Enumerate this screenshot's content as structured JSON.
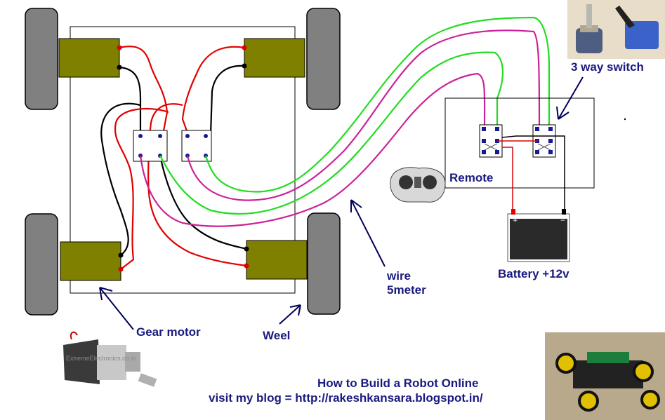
{
  "labels": {
    "switch": "3 way switch",
    "remote": "Remote",
    "battery": "Battery +12v",
    "wire_line1": "wire",
    "wire_line2": "5meter",
    "gear_motor": "Gear motor",
    "wheel": "Weel",
    "footer_title": "How to Build a Robot Online",
    "footer_blog": "visit  my blog = http://rakeshkansara.blogspot.in/"
  },
  "battery_terminals": {
    "positive": "+",
    "negative": "−"
  },
  "motor_photo_watermark": "ExtremeElectronics.co.in",
  "colors": {
    "label_blue": "#1a1a80",
    "arrow_navy": "#00005a",
    "motor_olive": "#808000",
    "wheel_gray": "#808080",
    "wire_red": "#e00000",
    "wire_black": "#000000",
    "wire_magenta": "#cc2299",
    "wire_green": "#22dd22",
    "terminal_dot": "#1a1a90"
  }
}
